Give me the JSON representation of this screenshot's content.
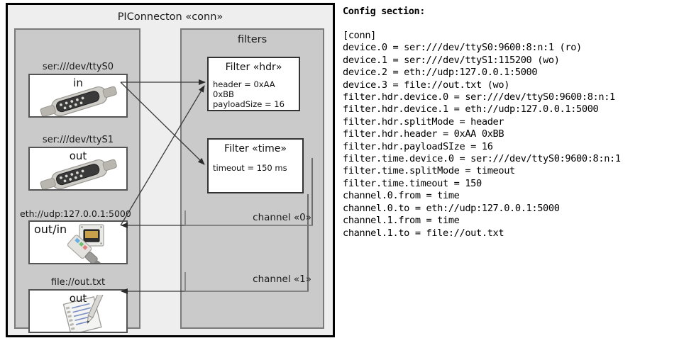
{
  "diagram": {
    "title": "PIConnecton «conn»",
    "devices_group": {
      "name": "devices-group",
      "items": [
        {
          "caption": "ser:///dev/ttyS0",
          "label": "in",
          "icon": "serial-port-icon"
        },
        {
          "caption": "ser:///dev/ttyS1",
          "label": "out",
          "icon": "serial-port-icon"
        },
        {
          "caption": "eth://udp:127.0.0.1:5000",
          "label": "out/in",
          "icon": "ethernet-jack-icon"
        },
        {
          "caption": "file://out.txt",
          "label": "out",
          "icon": "text-document-icon"
        }
      ]
    },
    "filters_group": {
      "title": "filters",
      "filters": [
        {
          "title": "Filter «hdr»",
          "props": [
            "header = 0xAA 0xBB",
            "payloadSize = 16"
          ]
        },
        {
          "title": "Filter «time»",
          "props": [
            "timeout = 150 ms"
          ]
        }
      ],
      "channels": [
        {
          "label": "channel «0»"
        },
        {
          "label": "channel «1»"
        }
      ]
    }
  },
  "config": {
    "heading": "Config section:",
    "lines": [
      "[conn]",
      "device.0 = ser:///dev/ttyS0:9600:8:n:1 (ro)",
      "device.1 = ser:///dev/ttyS1:115200 (wo)",
      "device.2 = eth://udp:127.0.0.1:5000",
      "device.3 = file://out.txt (wo)",
      "filter.hdr.device.0 = ser:///dev/ttyS0:9600:8:n:1",
      "filter.hdr.device.1 = eth://udp:127.0.0.1:5000",
      "filter.hdr.splitMode = header",
      "filter.hdr.header = 0xAA 0xBB",
      "filter.hdr.payloadSIze = 16",
      "filter.time.device.0 = ser:///dev/ttyS0:9600:8:n:1",
      "filter.time.splitMode = timeout",
      "filter.time.timeout = 150",
      "channel.0.from = time",
      "channel.0.to = eth://udp:127.0.0.1:5000",
      "channel.1.from = time",
      "channel.1.to = file://out.txt"
    ]
  },
  "colors": {
    "outer_frame": "#000000",
    "outer_fill": "#eeeeee",
    "group_fill": "#cacaca",
    "group_border": "#7a7a7a",
    "card_fill": "#ffffff",
    "card_border": "#555555",
    "wire": "#3a3a3a",
    "text": "#1a1a1a"
  }
}
